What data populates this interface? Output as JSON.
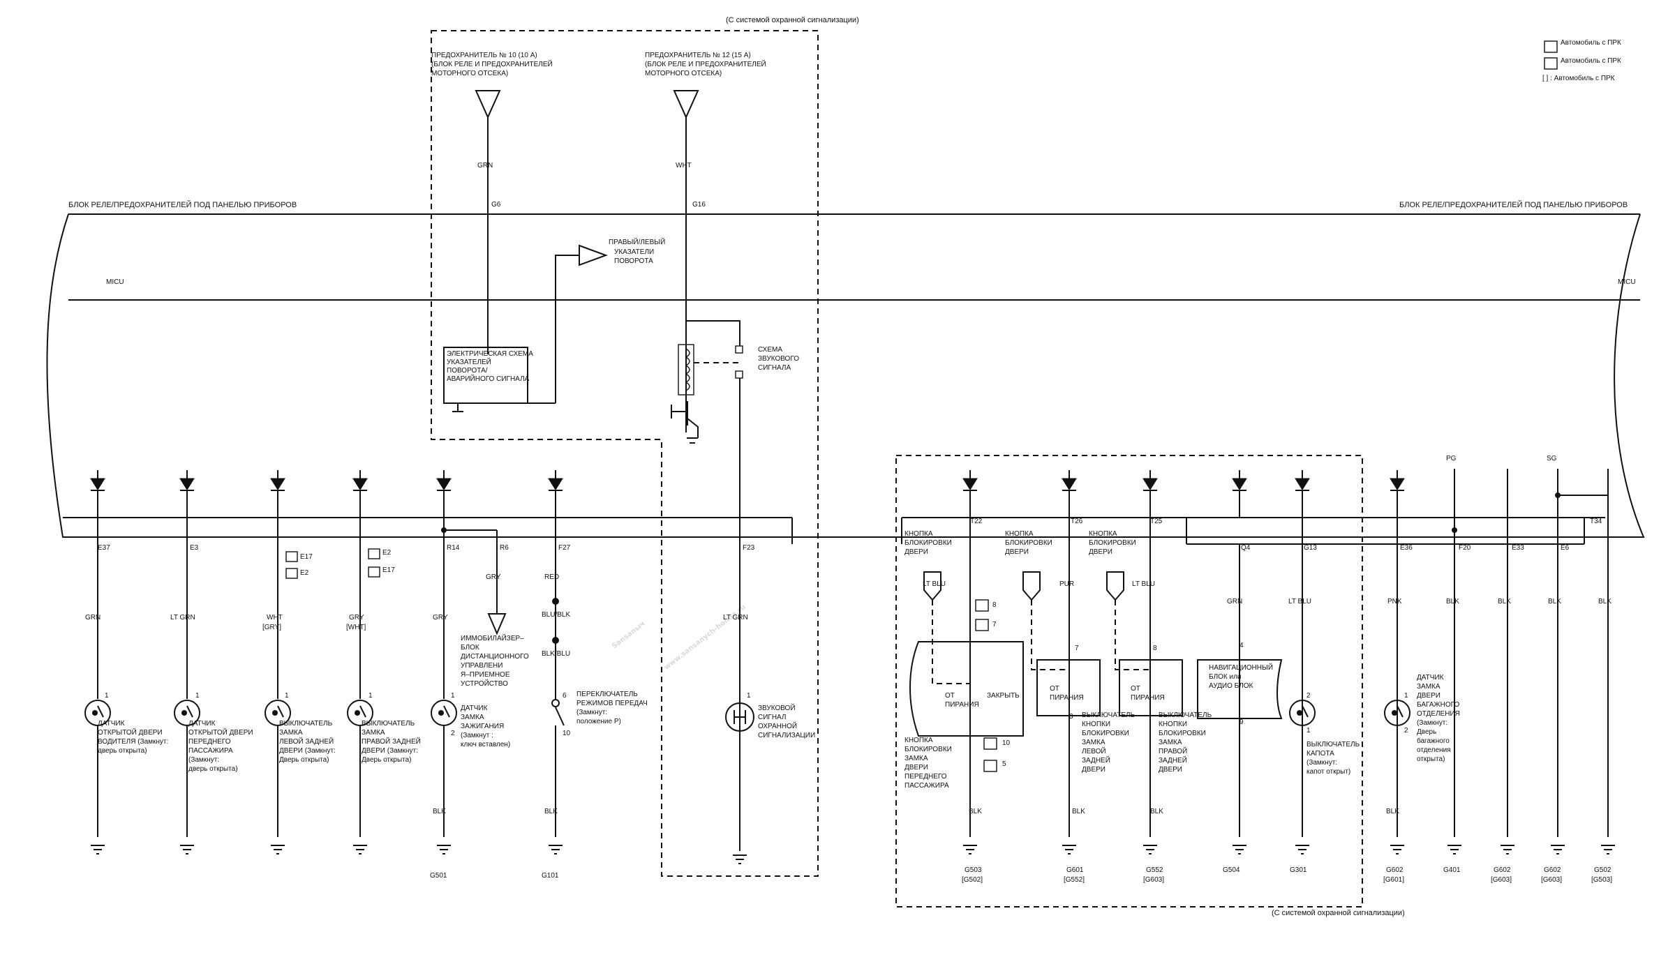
{
  "top_note": "(С системой охранной сигнализации)",
  "bottom_note": "(С системой охранной сигнализации)",
  "legend": {
    "l1": "Автомобиль с ПРК",
    "l2": "Автомобиль с ПРК",
    "l3": "[ ] : Автомобиль с ПРК"
  },
  "fuse10": {
    "l1": "ПРЕДОХРАНИТЕЛЬ № 10 (10 А)",
    "l2": "(БЛОК РЕЛЕ И ПРЕДОХРАНИТЕЛЕЙ",
    "l3": "МОТОРНОГО ОТСЕКА)",
    "wire": "GRN",
    "pin": "G6"
  },
  "fuse12": {
    "l1": "ПРЕДОХРАНИТЕЛЬ № 12 (15 А)",
    "l2": "(БЛОК РЕЛЕ И ПРЕДОХРАНИТЕЛЕЙ",
    "l3": "МОТОРНОГО ОТСЕКА)",
    "wire": "WHT",
    "pin": "G16"
  },
  "box_title_left": "БЛОК РЕЛЕ/ПРЕДОХРАНИТЕЛЕЙ ПОД ПАНЕЛЬЮ ПРИБОРОВ",
  "box_title_right": "БЛОК РЕЛЕ/ПРЕДОХРАНИТЕЛЕЙ ПОД ПАНЕЛЬЮ ПРИБОРОВ",
  "micu_left": "MICU",
  "micu_right": "MICU",
  "turn_signal": {
    "l1": "ПРАВЫЙ/ЛЕВЫЙ",
    "l2": "УКАЗАТЕЛИ",
    "l3": "ПОВОРОТА"
  },
  "hazard_box": {
    "l1": "ЭЛЕКТРИЧЕСКАЯ СХЕМА",
    "l2": "УКАЗАТЕЛЕЙ",
    "l3": "ПОВОРОТА/",
    "l4": "АВАРИЙНОГО СИГНАЛА"
  },
  "horn_circuit": {
    "l1": "СХЕМА",
    "l2": "ЗВУКОВОГО",
    "l3": "СИГНАЛА"
  },
  "pins": {
    "e37": "E37",
    "e3": "E3",
    "e17a": "E17",
    "e2a": "E2",
    "e2b": "E2",
    "e17b": "E17",
    "r14": "R14",
    "r6": "R6",
    "f27": "F27",
    "f23": "F23",
    "t22": "T22",
    "t26": "T26",
    "t25": "T25",
    "q4": "Q4",
    "g13": "G13",
    "e36": "E36",
    "pg": "PG",
    "f20": "F20",
    "e33": "E33",
    "sg": "SG",
    "e6": "E6",
    "t34": "T34"
  },
  "wires": {
    "w1": "GRN",
    "w2": "LT GRN",
    "w3": "WHT",
    "w3b": "[GRY]",
    "w4": "GRY",
    "w4b": "[WHT]",
    "w5": "GRY",
    "w6": "GRY",
    "w7": "RED",
    "w7b": "BLU/BLK",
    "w7c": "BLK/BLU",
    "w8": "LT GRN",
    "w9": "LT BLU",
    "w10": "PUR",
    "w11": "LT BLU",
    "w12": "GRN",
    "w13": "LT BLU",
    "w14": "PNK",
    "w15": "BLK",
    "w16": "BLK",
    "w17": "BLK",
    "w18": "BLK",
    "b1": "BLK",
    "b2": "BLK",
    "b3": "BLK",
    "b4": "BLK",
    "b5": "BLK",
    "b6": "BLK"
  },
  "components": {
    "c1": {
      "l1": "ДАТЧИК",
      "l2": "ОТКРЫТОЙ ДВЕРИ",
      "l3": "ВОДИТЕЛЯ (Замкнут:",
      "l4": "дверь открыта)"
    },
    "c2": {
      "l1": "ДАТЧИК",
      "l2": "ОТКРЫТОЙ ДВЕРИ",
      "l3": "ПЕРЕДНЕГО",
      "l4": "ПАССАЖИРА",
      "l5": "(Замкнут:",
      "l6": "дверь открыта)"
    },
    "c3": {
      "l1": "ВЫКЛЮЧАТЕЛЬ",
      "l2": "ЗАМКА",
      "l3": "ЛЕВОЙ ЗАДНЕЙ",
      "l4": "ДВЕРИ (Замкнут:",
      "l5": "Дверь открыта)"
    },
    "c4": {
      "l1": "ВЫКЛЮЧАТЕЛЬ",
      "l2": "ЗАМКА",
      "l3": "ПРАВОЙ ЗАДНЕЙ",
      "l4": "ДВЕРИ (Замкнут:",
      "l5": "Дверь открыта)"
    },
    "c5": {
      "l1": "ДАТЧИК",
      "l2": "ЗАМКА",
      "l3": "ЗАЖИГАНИЯ",
      "l4": "(Замкнут :",
      "l5": "ключ вставлен)"
    },
    "immo": {
      "l1": "ИММОБИЛАЙЗЕР–",
      "l2": "БЛОК",
      "l3": "ДИСТАНЦИОННОГО",
      "l4": "УПРАВЛЕНИ",
      "l5": "Я–ПРИЕМНОЕ",
      "l6": "УСТРОЙСТВО"
    },
    "gear": {
      "l1": "ПЕРЕКЛЮЧАТЕЛЬ",
      "l2": "РЕЖИМОВ ПЕРЕДАЧ",
      "l3": "(Замкнут:",
      "l4": "положение P)"
    },
    "horn": {
      "l1": "ЗВУКОВОЙ",
      "l2": "СИГНАЛ",
      "l3": "ОХРАННОЙ",
      "l4": "СИГНАЛИЗАЦИИ"
    },
    "kb1": {
      "l1": "КНОПКА",
      "l2": "БЛОКИРОВКИ",
      "l3": "ДВЕРИ"
    },
    "kb2": {
      "l1": "КНОПКА",
      "l2": "БЛОКИРОВКИ",
      "l3": "ДВЕРИ"
    },
    "kb3": {
      "l1": "КНОПКА",
      "l2": "БЛОКИРОВКИ",
      "l3": "ДВЕРИ"
    },
    "fp": {
      "l1": "КНОПКА",
      "l2": "БЛОКИРОВКИ",
      "l3": "ЗАМКА",
      "l4": "ДВЕРИ",
      "l5": "ПЕРЕДНЕГО",
      "l6": "ПАССАЖИРА"
    },
    "lr": {
      "l1": "ВЫКЛЮЧАТЕЛЬ",
      "l2": "КНОПКИ",
      "l3": "БЛОКИРОВКИ",
      "l4": "ЗАМКА",
      "l5": "ЛЕВОЙ",
      "l6": "ЗАДНЕЙ",
      "l7": "ДВЕРИ"
    },
    "rr": {
      "l1": "ВЫКЛЮЧАТЕЛЬ",
      "l2": "КНОПКИ",
      "l3": "БЛОКИРОВКИ",
      "l4": "ЗАМКА",
      "l5": "ПРАВОЙ",
      "l6": "ЗАДНЕЙ",
      "l7": "ДВЕРИ"
    },
    "nav": {
      "l1": "НАВИГАЦИОННЫЙ",
      "l2": "БЛОК или",
      "l3": "АУДИО БЛОК"
    },
    "hood": {
      "l1": "ВЫКЛЮЧАТЕЛЬ",
      "l2": "КАПОТА",
      "l3": "(Замкнут:",
      "l4": "капот открыт)"
    },
    "trunk": {
      "l1": "ДАТЧИК",
      "l2": "ЗАМКА",
      "l3": "ДВЕРИ",
      "l4": "БАГАЖНОГО",
      "l5": "ОТДЕЛЕНИЯ",
      "l6": "(Замкнут:",
      "l7": "Дверь",
      "l8": "багажного",
      "l9": "отделения",
      "l10": "открыта)"
    }
  },
  "switch_labels": {
    "ot1": "ОТ",
    "pir1": "ПИРАНИЯ",
    "zakr": "ЗАКРЫТЬ",
    "ot2": "ОТ",
    "pir2": "ПИРАНИЯ",
    "ot3": "ОТ",
    "pir3": "ПИРАНИЯ"
  },
  "pin_nums": {
    "p1": "1",
    "p2": "1",
    "p3": "1",
    "p4": "1",
    "p5": "1",
    "p5b": "2",
    "p6": "6",
    "p6b": "10",
    "p7": "1",
    "p8": "8",
    "p9": "7",
    "p10": "10",
    "p11": "5",
    "p12": "7",
    "p13": "8",
    "p14": "4",
    "p15": "9",
    "p16": "2",
    "p17": "1",
    "p18": "1",
    "p19": "2",
    "p20": "3"
  },
  "grounds": {
    "g501": "G501",
    "g101": "G101",
    "g503": "G503",
    "g503b": "[G502]",
    "g601": "G601",
    "g601b": "[G552]",
    "g552": "G552",
    "g552b": "[G603]",
    "g504": "G504",
    "g301": "G301",
    "g602a": "G602",
    "g602ab": "[G601]",
    "g401": "G401",
    "g602b": "G602",
    "g602bb": "[G603]",
    "g602c": "G602",
    "g602cb": "[G603]",
    "g502": "G502",
    "g502b": "[G503]"
  },
  "watermark1": "Sansanыч",
  "watermark2": "www.sansanych-honda.ru"
}
